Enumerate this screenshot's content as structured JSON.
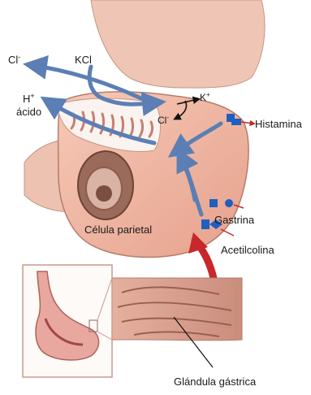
{
  "labels": {
    "cl_left": "Cl",
    "cl_left_sup": "-",
    "kcl": "KCl",
    "h_plus": "H",
    "h_plus_sup": "+",
    "acido": "ácido",
    "cl_inner": "Cl",
    "cl_inner_sup": "-",
    "k_plus": "K",
    "k_plus_sup": "+",
    "histamina": "Histamina",
    "gastrina": "Gastrina",
    "acetilcolina": "Acetilcolina",
    "celula_parietal": "Célula parietal",
    "glandula_gastrica": "Glándula gástrica"
  },
  "colors": {
    "cell_fill": "#f0b9a6",
    "cell_dark": "#d9927c",
    "arrow_blue": "#5b7fb4",
    "receptor_blue": "#1f5fbf",
    "stimulus_red": "#c8282b",
    "inset_border": "#c99a8e"
  }
}
